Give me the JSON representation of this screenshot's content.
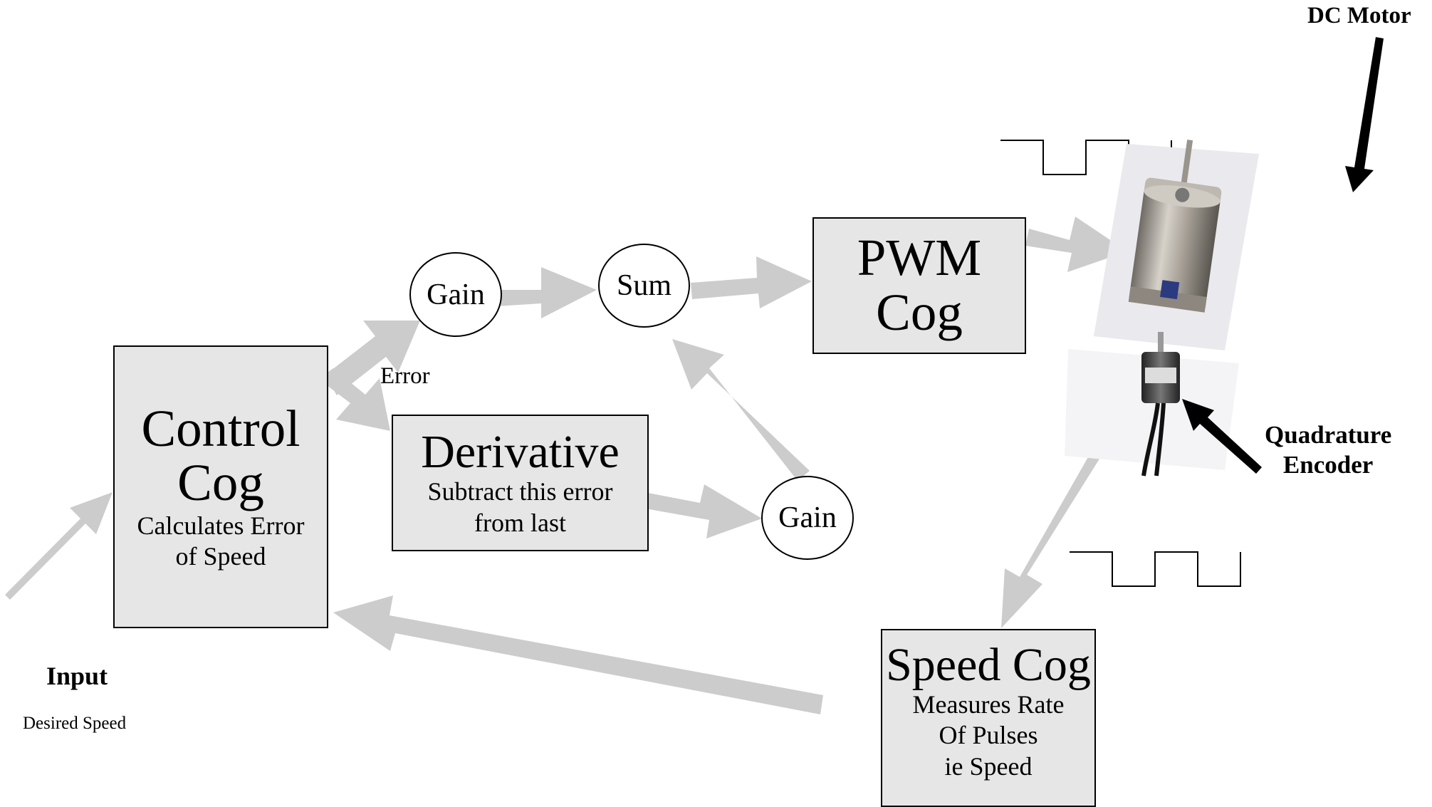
{
  "labels": {
    "dc_motor": "DC Motor",
    "quadrature_line1": "Quadrature",
    "quadrature_line2": "Encoder",
    "input": "Input",
    "desired_speed": "Desired Speed",
    "error": "Error"
  },
  "nodes": {
    "control_cog": {
      "title_line1": "Control",
      "title_line2": "Cog",
      "desc_line1": "Calculates Error",
      "desc_line2": "of Speed"
    },
    "derivative": {
      "title": "Derivative",
      "desc_line1": "Subtract this error",
      "desc_line2": "from last"
    },
    "pwm_cog": {
      "title_line1": "PWM",
      "title_line2": "Cog"
    },
    "speed_cog": {
      "title": "Speed Cog",
      "desc_line1": "Measures Rate",
      "desc_line2": "Of Pulses",
      "desc_line3": "ie Speed"
    },
    "gain_top": {
      "label": "Gain"
    },
    "sum": {
      "label": "Sum"
    },
    "gain_bottom": {
      "label": "Gain"
    }
  },
  "colors": {
    "arrow": "#cccccc",
    "box_fill": "#e6e6e6",
    "outline": "#000000"
  },
  "images": [
    "dc-motor-photo",
    "quadrature-encoder-photo"
  ]
}
